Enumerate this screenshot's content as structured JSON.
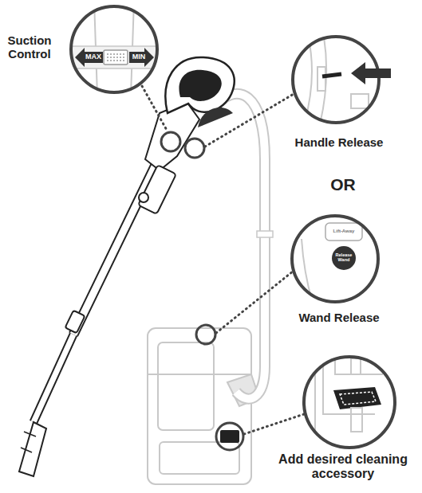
{
  "diagram": {
    "labels": [
      "Suction Control",
      "MAX",
      "MIN",
      "Handle Release",
      "OR",
      "Lift-Away",
      "Release Wand",
      "Wand Release",
      "Add desired cleaning accessory"
    ]
  }
}
